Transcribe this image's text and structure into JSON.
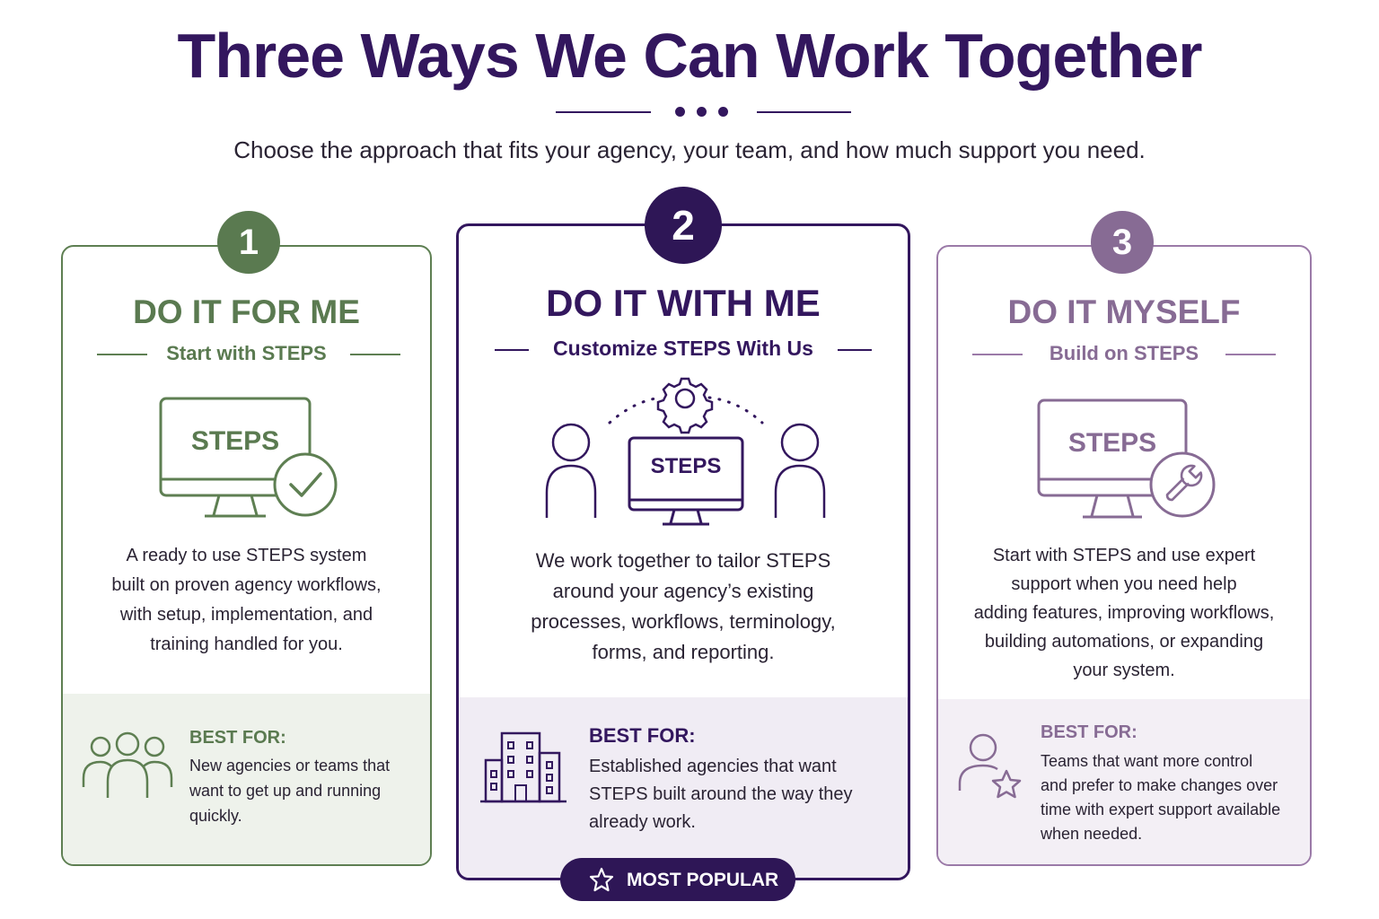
{
  "header": {
    "title": "Three Ways We Can Work Together",
    "subtitle": "Choose the approach that fits your agency, your team, and how much support you need."
  },
  "options": [
    {
      "number": "1",
      "title": "DO IT FOR ME",
      "subtitle": "Start with STEPS",
      "screen_label": "STEPS",
      "description": [
        "A ready to use STEPS system",
        "built on proven agency workflows,",
        "with setup, implementation, and",
        "training handled for you."
      ],
      "best_for_label": "BEST FOR:",
      "best_for_text": [
        "New agencies or teams that",
        "want to get up and running",
        "quickly."
      ],
      "color": "#5e7f52",
      "icon": "monitor-check-icon",
      "best_icon": "team-icon"
    },
    {
      "number": "2",
      "title": "DO IT WITH ME",
      "subtitle": "Customize STEPS With Us",
      "screen_label": "STEPS",
      "description": [
        "We work together to tailor STEPS",
        "around your agency’s existing",
        "processes, workflows, terminology,",
        "forms, and reporting."
      ],
      "best_for_label": "BEST FOR:",
      "best_for_text": [
        "Established agencies that want",
        "STEPS built around the way they",
        "already work."
      ],
      "color": "#33175e",
      "icon": "collaboration-icon",
      "best_icon": "building-icon",
      "badge": "MOST POPULAR"
    },
    {
      "number": "3",
      "title": "DO IT MYSELF",
      "subtitle": "Build on STEPS",
      "screen_label": "STEPS",
      "description": [
        "Start with STEPS and use expert",
        "support when you need help",
        "adding features, improving workflows,",
        "building automations, or expanding",
        "your system."
      ],
      "best_for_label": "BEST FOR:",
      "best_for_text": [
        "Teams that want more control",
        "and prefer to make changes over",
        "time with expert support available",
        "when needed."
      ],
      "color": "#876b94",
      "icon": "monitor-wrench-icon",
      "best_icon": "user-star-icon"
    }
  ]
}
